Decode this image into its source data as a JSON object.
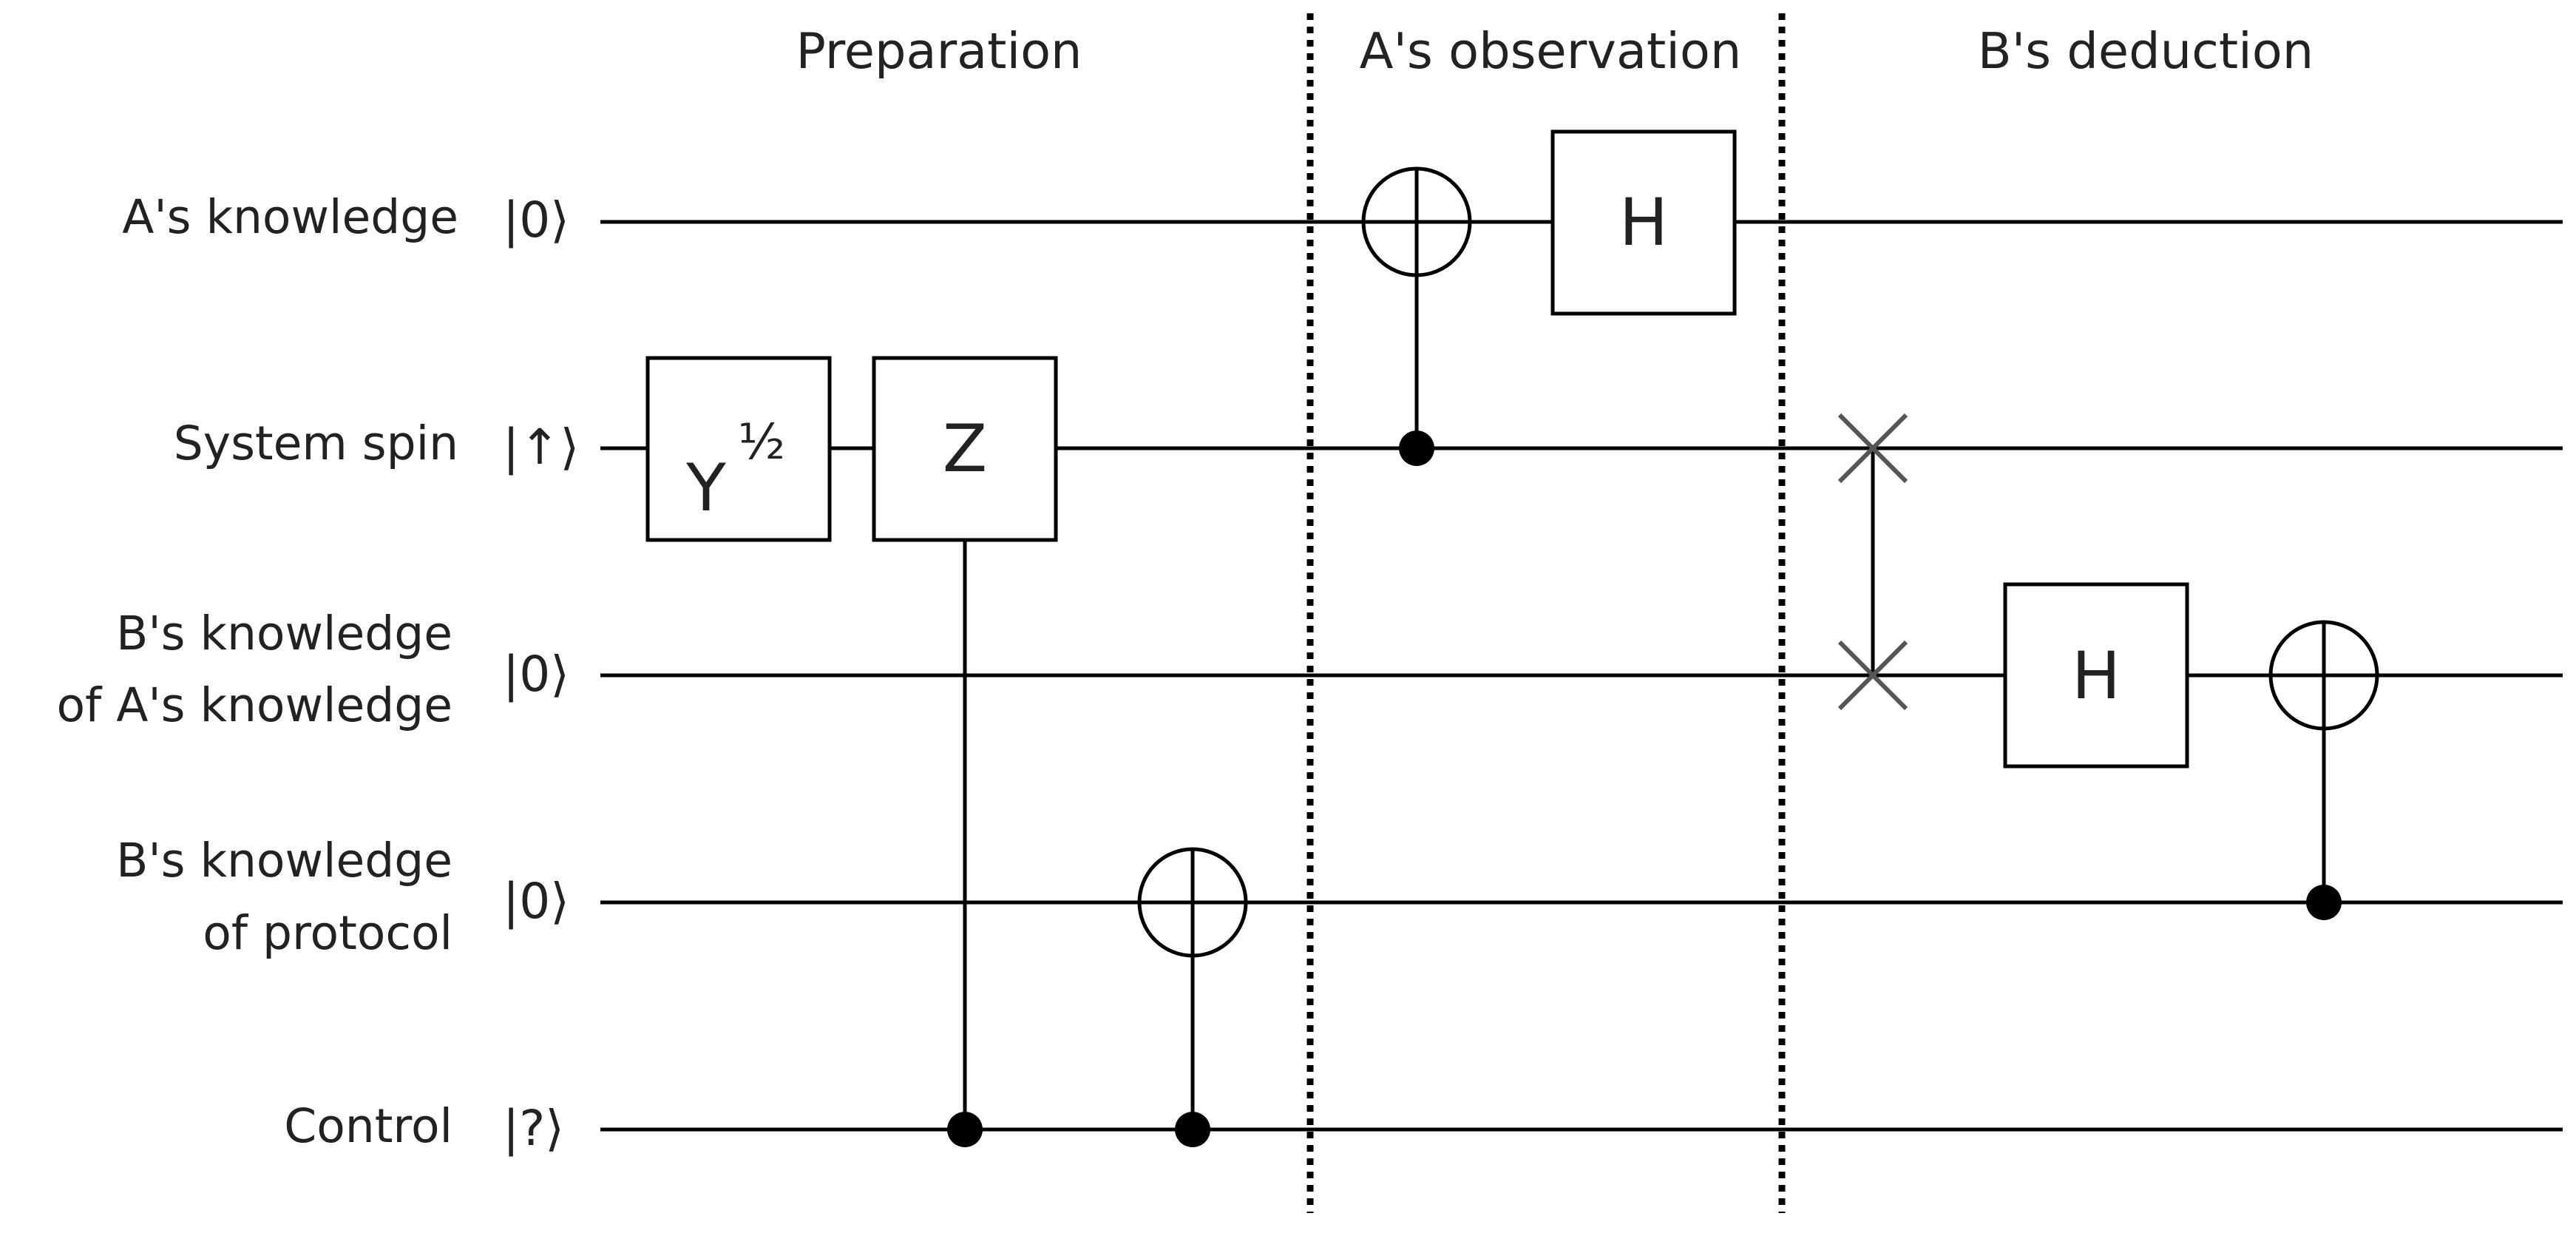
{
  "phases": [
    {
      "id": "preparation",
      "title": "Preparation"
    },
    {
      "id": "a-observation",
      "title": "A's observation"
    },
    {
      "id": "b-deduction",
      "title": "B's deduction"
    }
  ],
  "qubits": [
    {
      "id": "a-knowledge",
      "label_lines": [
        "A's knowledge"
      ],
      "initial_state": "|0⟩"
    },
    {
      "id": "system-spin",
      "label_lines": [
        "System spin"
      ],
      "initial_state": "|↑⟩"
    },
    {
      "id": "b-knowledge-a",
      "label_lines": [
        "B's knowledge",
        "of A's knowledge"
      ],
      "initial_state": "|0⟩"
    },
    {
      "id": "b-knowledge-protocol",
      "label_lines": [
        "B's knowledge",
        "of protocol"
      ],
      "initial_state": "|0⟩"
    },
    {
      "id": "control",
      "label_lines": [
        "Control"
      ],
      "initial_state": "|?⟩"
    }
  ],
  "gates": {
    "y_half": {
      "base": "Y",
      "exponent": "½"
    },
    "z": {
      "label": "Z"
    },
    "h_a": {
      "label": "H"
    },
    "h_b": {
      "label": "H"
    }
  },
  "colors": {
    "wire": "#000000",
    "text": "#222222",
    "swap": "#555555",
    "background": "#ffffff"
  }
}
